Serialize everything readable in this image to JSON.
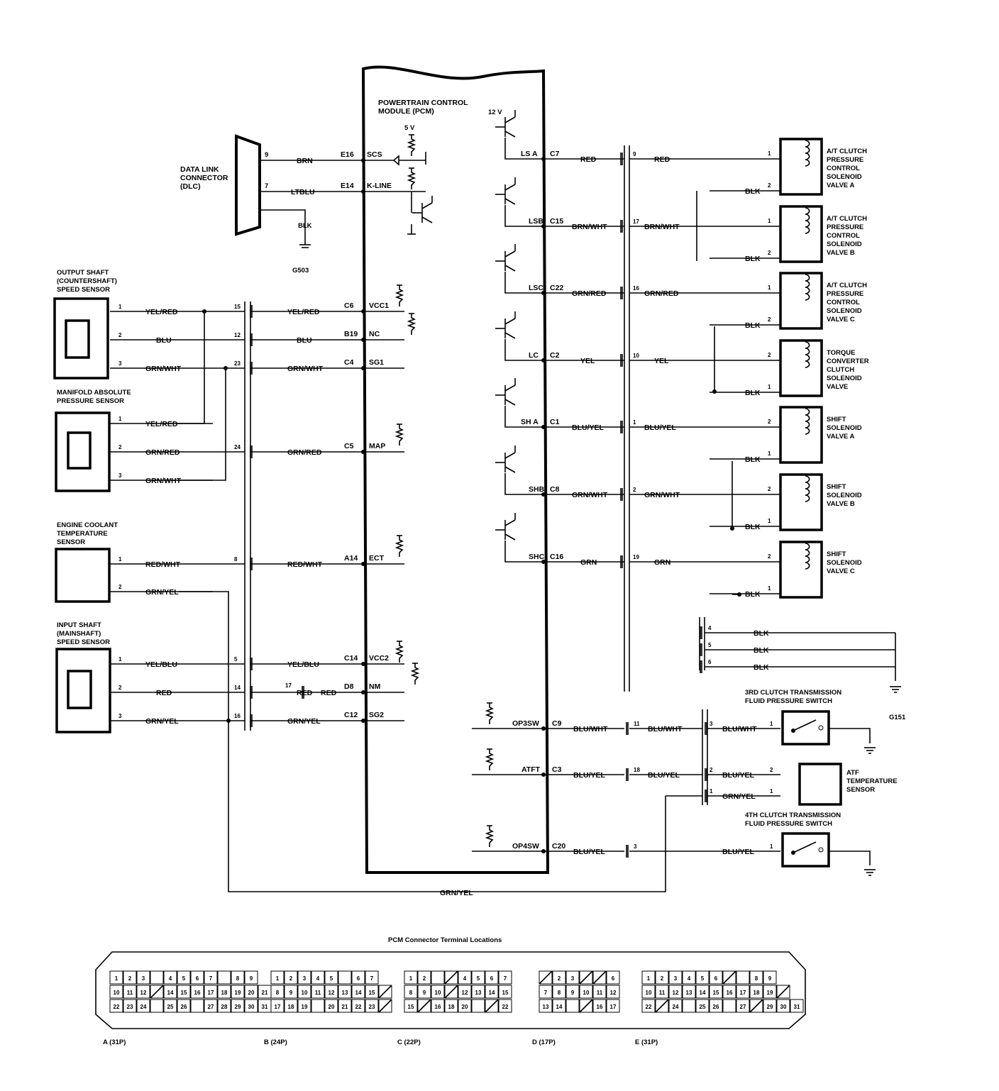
{
  "pcm": {
    "title": [
      "POWERTRAIN CONTROL",
      "MODULE (PCM)"
    ],
    "v5": "5 V",
    "v12": "12 V"
  },
  "dlc": {
    "label": [
      "DATA LINK",
      "CONNECTOR",
      "(DLC)"
    ],
    "ground_wire": "BLK",
    "ground_name": "G503",
    "pins": [
      {
        "pin": "9",
        "wire": "BRN",
        "terminal": "E16",
        "signal": "SCS"
      },
      {
        "pin": "7",
        "wire": "LTBLU",
        "terminal": "E14",
        "signal": "K-LINE"
      }
    ]
  },
  "sensors": [
    {
      "label": [
        "OUTPUT SHAFT",
        "(COUNTERSHAFT)",
        "SPEED SENSOR"
      ]
    },
    {
      "label": [
        "MANIFOLD ABSOLUTE",
        "PRESSURE SENSOR"
      ]
    },
    {
      "label": [
        "ENGINE COOLANT",
        "TEMPERATURE",
        "SENSOR"
      ]
    },
    {
      "label": [
        "INPUT SHAFT",
        "(MAINSHAFT)",
        "SPEED SENSOR"
      ]
    }
  ],
  "left_rows": [
    {
      "pin": "1",
      "wire": "YEL/RED",
      "conn": "15",
      "wire2": "YEL/RED",
      "terminal": "C6",
      "signal": "VCC1"
    },
    {
      "pin": "2",
      "wire": "BLU",
      "conn": "12",
      "wire2": "BLU",
      "terminal": "B19",
      "signal": "NC"
    },
    {
      "pin": "3",
      "wire": "GRN/WHT",
      "conn": "23",
      "wire2": "GRN/WHT",
      "terminal": "C4",
      "signal": "SG1"
    },
    {
      "pin": "1",
      "wire": "YEL/RED",
      "conn": "",
      "wire2": "",
      "terminal": "",
      "signal": ""
    },
    {
      "pin": "2",
      "wire": "GRN/RED",
      "conn": "24",
      "wire2": "GRN/RED",
      "terminal": "C5",
      "signal": "MAP"
    },
    {
      "pin": "3",
      "wire": "GRN/WHT",
      "conn": "",
      "wire2": "",
      "terminal": "",
      "signal": ""
    },
    {
      "pin": "1",
      "wire": "RED/WHT",
      "conn": "8",
      "wire2": "RED/WHT",
      "terminal": "A14",
      "signal": "ECT"
    },
    {
      "pin": "2",
      "wire": "GRN/YEL",
      "conn": "",
      "wire2": "",
      "terminal": "",
      "signal": ""
    },
    {
      "pin": "1",
      "wire": "YEL/BLU",
      "conn": "5",
      "wire2": "YEL/BLU",
      "terminal": "C14",
      "signal": "VCC2"
    },
    {
      "pin": "2",
      "wire": "RED",
      "conn": "14",
      "wire2": "RED",
      "terminal": "D8",
      "signal": "NM",
      "inline_pin": "17",
      "inline_wire": "RED"
    },
    {
      "pin": "3",
      "wire": "GRN/YEL",
      "conn": "16",
      "wire2": "GRN/YEL",
      "terminal": "C12",
      "signal": "SG2"
    }
  ],
  "solenoid_rows": [
    {
      "signal": "LS A",
      "terminal": "C7",
      "wire": "RED",
      "conn": "9",
      "wire2": "RED",
      "pin_top": "1",
      "pin_bot": "2",
      "gnd": "BLK",
      "label": [
        "A/T CLUTCH",
        "PRESSURE",
        "CONTROL",
        "SOLENOID",
        "VALVE A"
      ]
    },
    {
      "signal": "LSB",
      "terminal": "C15",
      "wire": "BRN/WHT",
      "conn": "17",
      "wire2": "BRN/WHT",
      "pin_top": "1",
      "pin_bot": "2",
      "gnd": "BLK",
      "label": [
        "A/T CLUTCH",
        "PRESSURE",
        "CONTROL",
        "SOLENOID",
        "VALVE B"
      ]
    },
    {
      "signal": "LSC",
      "terminal": "C22",
      "wire": "GRN/RED",
      "conn": "16",
      "wire2": "GRN/RED",
      "pin_top": "1",
      "pin_bot": "2",
      "gnd": "BLK",
      "label": [
        "A/T CLUTCH",
        "PRESSURE",
        "CONTROL",
        "SOLENOID",
        "VALVE C"
      ]
    },
    {
      "signal": "LC",
      "terminal": "C2",
      "wire": "YEL",
      "conn": "10",
      "wire2": "YEL",
      "pin_top": "2",
      "pin_bot": "1",
      "gnd": "BLK",
      "label": [
        "TORQUE",
        "CONVERTER",
        "CLUTCH",
        "SOLENOID",
        "VALVE"
      ]
    },
    {
      "signal": "SH A",
      "terminal": "C1",
      "wire": "BLU/YEL",
      "conn": "1",
      "wire2": "BLU/YEL",
      "pin_top": "2",
      "pin_bot": "1",
      "gnd": "BLK",
      "label": [
        "SHIFT",
        "SOLENOID",
        "VALVE A"
      ]
    },
    {
      "signal": "SHB",
      "terminal": "C8",
      "wire": "GRN/WHT",
      "conn": "2",
      "wire2": "GRN/WHT",
      "pin_top": "2",
      "pin_bot": "1",
      "gnd": "BLK",
      "label": [
        "SHIFT",
        "SOLENOID",
        "VALVE B"
      ]
    },
    {
      "signal": "SHC",
      "terminal": "C16",
      "wire": "GRN",
      "conn": "19",
      "wire2": "GRN",
      "pin_top": "2",
      "pin_bot": "1",
      "gnd": "BLK",
      "label": [
        "SHIFT",
        "SOLENOID",
        "VALVE C"
      ]
    }
  ],
  "ground_conn": {
    "pins": [
      {
        "pin": "4",
        "wire": "BLK"
      },
      {
        "pin": "5",
        "wire": "BLK"
      },
      {
        "pin": "6",
        "wire": "BLK"
      }
    ],
    "ground_name": "G151"
  },
  "switch_rows": [
    {
      "signal": "OP3SW",
      "terminal": "C9",
      "wire": "BLU/WHT",
      "conn": "11",
      "wire2": "BLU/WHT",
      "pin2": "3",
      "wire3": "BLU/WHT",
      "pin3": "1"
    },
    {
      "signal": "ATFT",
      "terminal": "C3",
      "wire": "BLU/YEL",
      "conn": "18",
      "wire2": "BLU/YEL",
      "pin2": "2",
      "wire3": "BLU/YEL",
      "pin3": "2"
    },
    {
      "signal": "",
      "terminal": "",
      "wire": "",
      "conn": "",
      "wire2": "",
      "pin2": "1",
      "wire3": "GRN/YEL",
      "pin3": "1"
    },
    {
      "signal": "OP4SW",
      "terminal": "C20",
      "wire": "BLU/YEL",
      "conn": "3",
      "wire2": "",
      "pin2": "",
      "wire3": "BLU/YEL",
      "pin3": "1"
    }
  ],
  "switch_labels": [
    [
      "3RD CLUTCH TRANSMISSION",
      "FLUID PRESSURE SWITCH"
    ],
    [
      "ATF",
      "TEMPERATURE",
      "SENSOR"
    ],
    [
      "4TH CLUTCH TRANSMISSION",
      "FLUID PRESSURE SWITCH"
    ]
  ],
  "bottom_wire": "GRN/YEL",
  "connectors": {
    "title": "PCM Connector Terminal Locations",
    "blocks": [
      {
        "name": "A (31P)",
        "rows": [
          [
            "1",
            "2",
            "3",
            "",
            "4",
            "5",
            "6",
            "7",
            "",
            "8",
            "9"
          ],
          [
            "10",
            "11",
            "12",
            "/",
            "14",
            "15",
            "16",
            "17",
            "18",
            "19",
            "20",
            "21"
          ],
          [
            "22",
            "23",
            "24",
            "",
            "25",
            "26",
            "",
            "27",
            "28",
            "29",
            "30",
            "31"
          ]
        ]
      },
      {
        "name": "B (24P)",
        "rows": [
          [
            "1",
            "2",
            "3",
            "4",
            "5",
            "",
            "6",
            "7"
          ],
          [
            "8",
            "9",
            "10",
            "11",
            "12",
            "13",
            "14",
            "15",
            "/"
          ],
          [
            "17",
            "18",
            "19",
            "",
            "20",
            "21",
            "22",
            "23",
            "/"
          ]
        ]
      },
      {
        "name": "C (22P)",
        "rows": [
          [
            "1",
            "2",
            "",
            "/",
            "4",
            "5",
            "6",
            "7"
          ],
          [
            "8",
            "9",
            "10",
            "/",
            "12",
            "13",
            "14",
            "15"
          ],
          [
            "15",
            "/",
            "16",
            "18",
            "20",
            "",
            "/",
            "22"
          ]
        ]
      },
      {
        "name": "D (17P)",
        "rows": [
          [
            "/",
            "2",
            "3",
            "/",
            "/",
            "6"
          ],
          [
            "7",
            "8",
            "9",
            "10",
            "11",
            "12"
          ],
          [
            "13",
            "14",
            "",
            "/",
            "16",
            "17"
          ]
        ]
      },
      {
        "name": "E (31P)",
        "rows": [
          [
            "1",
            "2",
            "3",
            "4",
            "5",
            "6",
            "/",
            "",
            "8",
            "9"
          ],
          [
            "10",
            "11",
            "12",
            "13",
            "14",
            "15",
            "16",
            "17",
            "18",
            "19",
            "/"
          ],
          [
            "22",
            "/",
            "24",
            "",
            "25",
            "26",
            "",
            "27",
            "/",
            "29",
            "30",
            "31"
          ]
        ]
      }
    ]
  }
}
